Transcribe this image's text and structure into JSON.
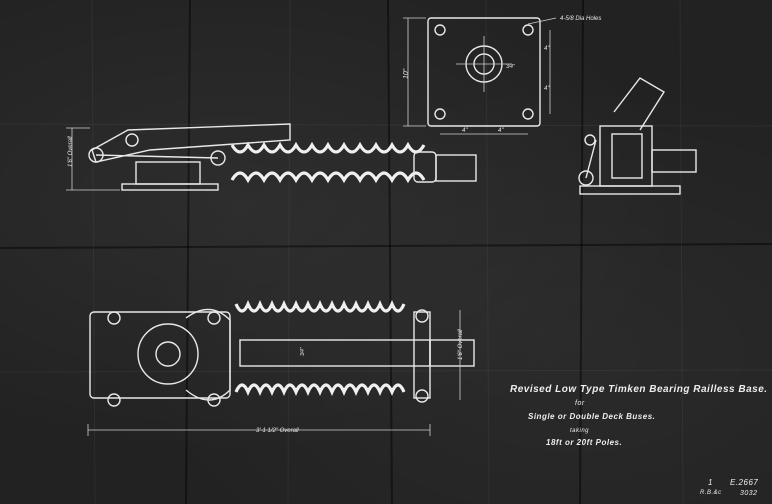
{
  "drawing": {
    "title_line1": "Revised Low Type Timken Bearing Railless Base.",
    "title_line2": "for",
    "title_line3": "Single or Double Deck Buses.",
    "title_line4": "taking",
    "title_line5": "18ft or 20ft Poles.",
    "drawing_number": "E.2667",
    "sheet_number": "1",
    "ref_initials": "R.B.&c",
    "ref_number": "3032"
  },
  "dimensions": {
    "holes_note": "4-5/8 Dia Holes",
    "plate_height": "10\"",
    "side_dim_upper": "4\"",
    "side_dim_lower": "4\"",
    "bottom_dim_left": "4\"",
    "bottom_dim_right": "4\"",
    "bore": "3/4\"",
    "overall_height": "1'6\" Overall",
    "plan_width": "1'6\" Overall",
    "shaft_dim": "3/4\"",
    "overall_length": "3'-1 1/2\" Overall"
  }
}
